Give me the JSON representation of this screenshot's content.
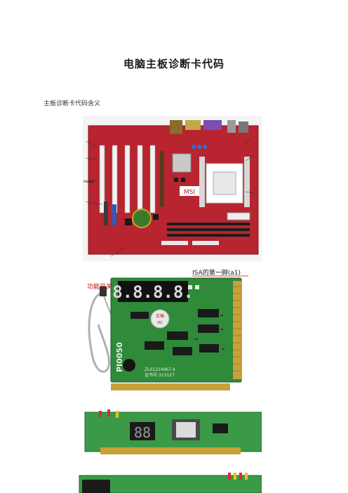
{
  "document": {
    "title": "电脑主板诊断卡代码",
    "subtitle": "主板诊断卡代码含义"
  },
  "figure1": {
    "board_logo": "MSI",
    "labels": {
      "pcie": "PCI插槽"
    }
  },
  "figure2": {
    "callout_switch": "功能开关",
    "callout_isa": "ISA的第一脚(a1)",
    "model": "PI0050",
    "display_digits": "8.8.8.8.",
    "chip_text": "合格",
    "chip_code": "OC",
    "patent": "ZL01224967.4",
    "cert": "证书号:313127",
    "colors": {
      "pcb": "#2f8a3a",
      "display": "#111111",
      "gold": "#c9a03a"
    }
  },
  "figure3": {
    "display_digits": "88"
  }
}
